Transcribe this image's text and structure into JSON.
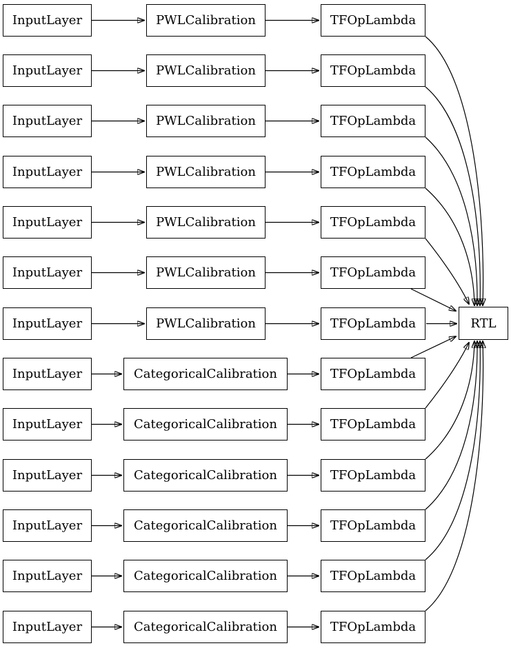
{
  "diagram": {
    "title": "keras-model-graph",
    "output_label": "RTL",
    "colors": {
      "background": "#ffffff",
      "node_fill": "#ffffff",
      "node_border": "#000000",
      "edge": "#000000",
      "text": "#000000"
    },
    "rows": [
      {
        "input": "InputLayer",
        "calibration": "PWLCalibration",
        "lambda": "TFOpLambda"
      },
      {
        "input": "InputLayer",
        "calibration": "PWLCalibration",
        "lambda": "TFOpLambda"
      },
      {
        "input": "InputLayer",
        "calibration": "PWLCalibration",
        "lambda": "TFOpLambda"
      },
      {
        "input": "InputLayer",
        "calibration": "PWLCalibration",
        "lambda": "TFOpLambda"
      },
      {
        "input": "InputLayer",
        "calibration": "PWLCalibration",
        "lambda": "TFOpLambda"
      },
      {
        "input": "InputLayer",
        "calibration": "PWLCalibration",
        "lambda": "TFOpLambda"
      },
      {
        "input": "InputLayer",
        "calibration": "PWLCalibration",
        "lambda": "TFOpLambda"
      },
      {
        "input": "InputLayer",
        "calibration": "CategoricalCalibration",
        "lambda": "TFOpLambda"
      },
      {
        "input": "InputLayer",
        "calibration": "CategoricalCalibration",
        "lambda": "TFOpLambda"
      },
      {
        "input": "InputLayer",
        "calibration": "CategoricalCalibration",
        "lambda": "TFOpLambda"
      },
      {
        "input": "InputLayer",
        "calibration": "CategoricalCalibration",
        "lambda": "TFOpLambda"
      },
      {
        "input": "InputLayer",
        "calibration": "CategoricalCalibration",
        "lambda": "TFOpLambda"
      },
      {
        "input": "InputLayer",
        "calibration": "CategoricalCalibration",
        "lambda": "TFOpLambda"
      }
    ]
  }
}
